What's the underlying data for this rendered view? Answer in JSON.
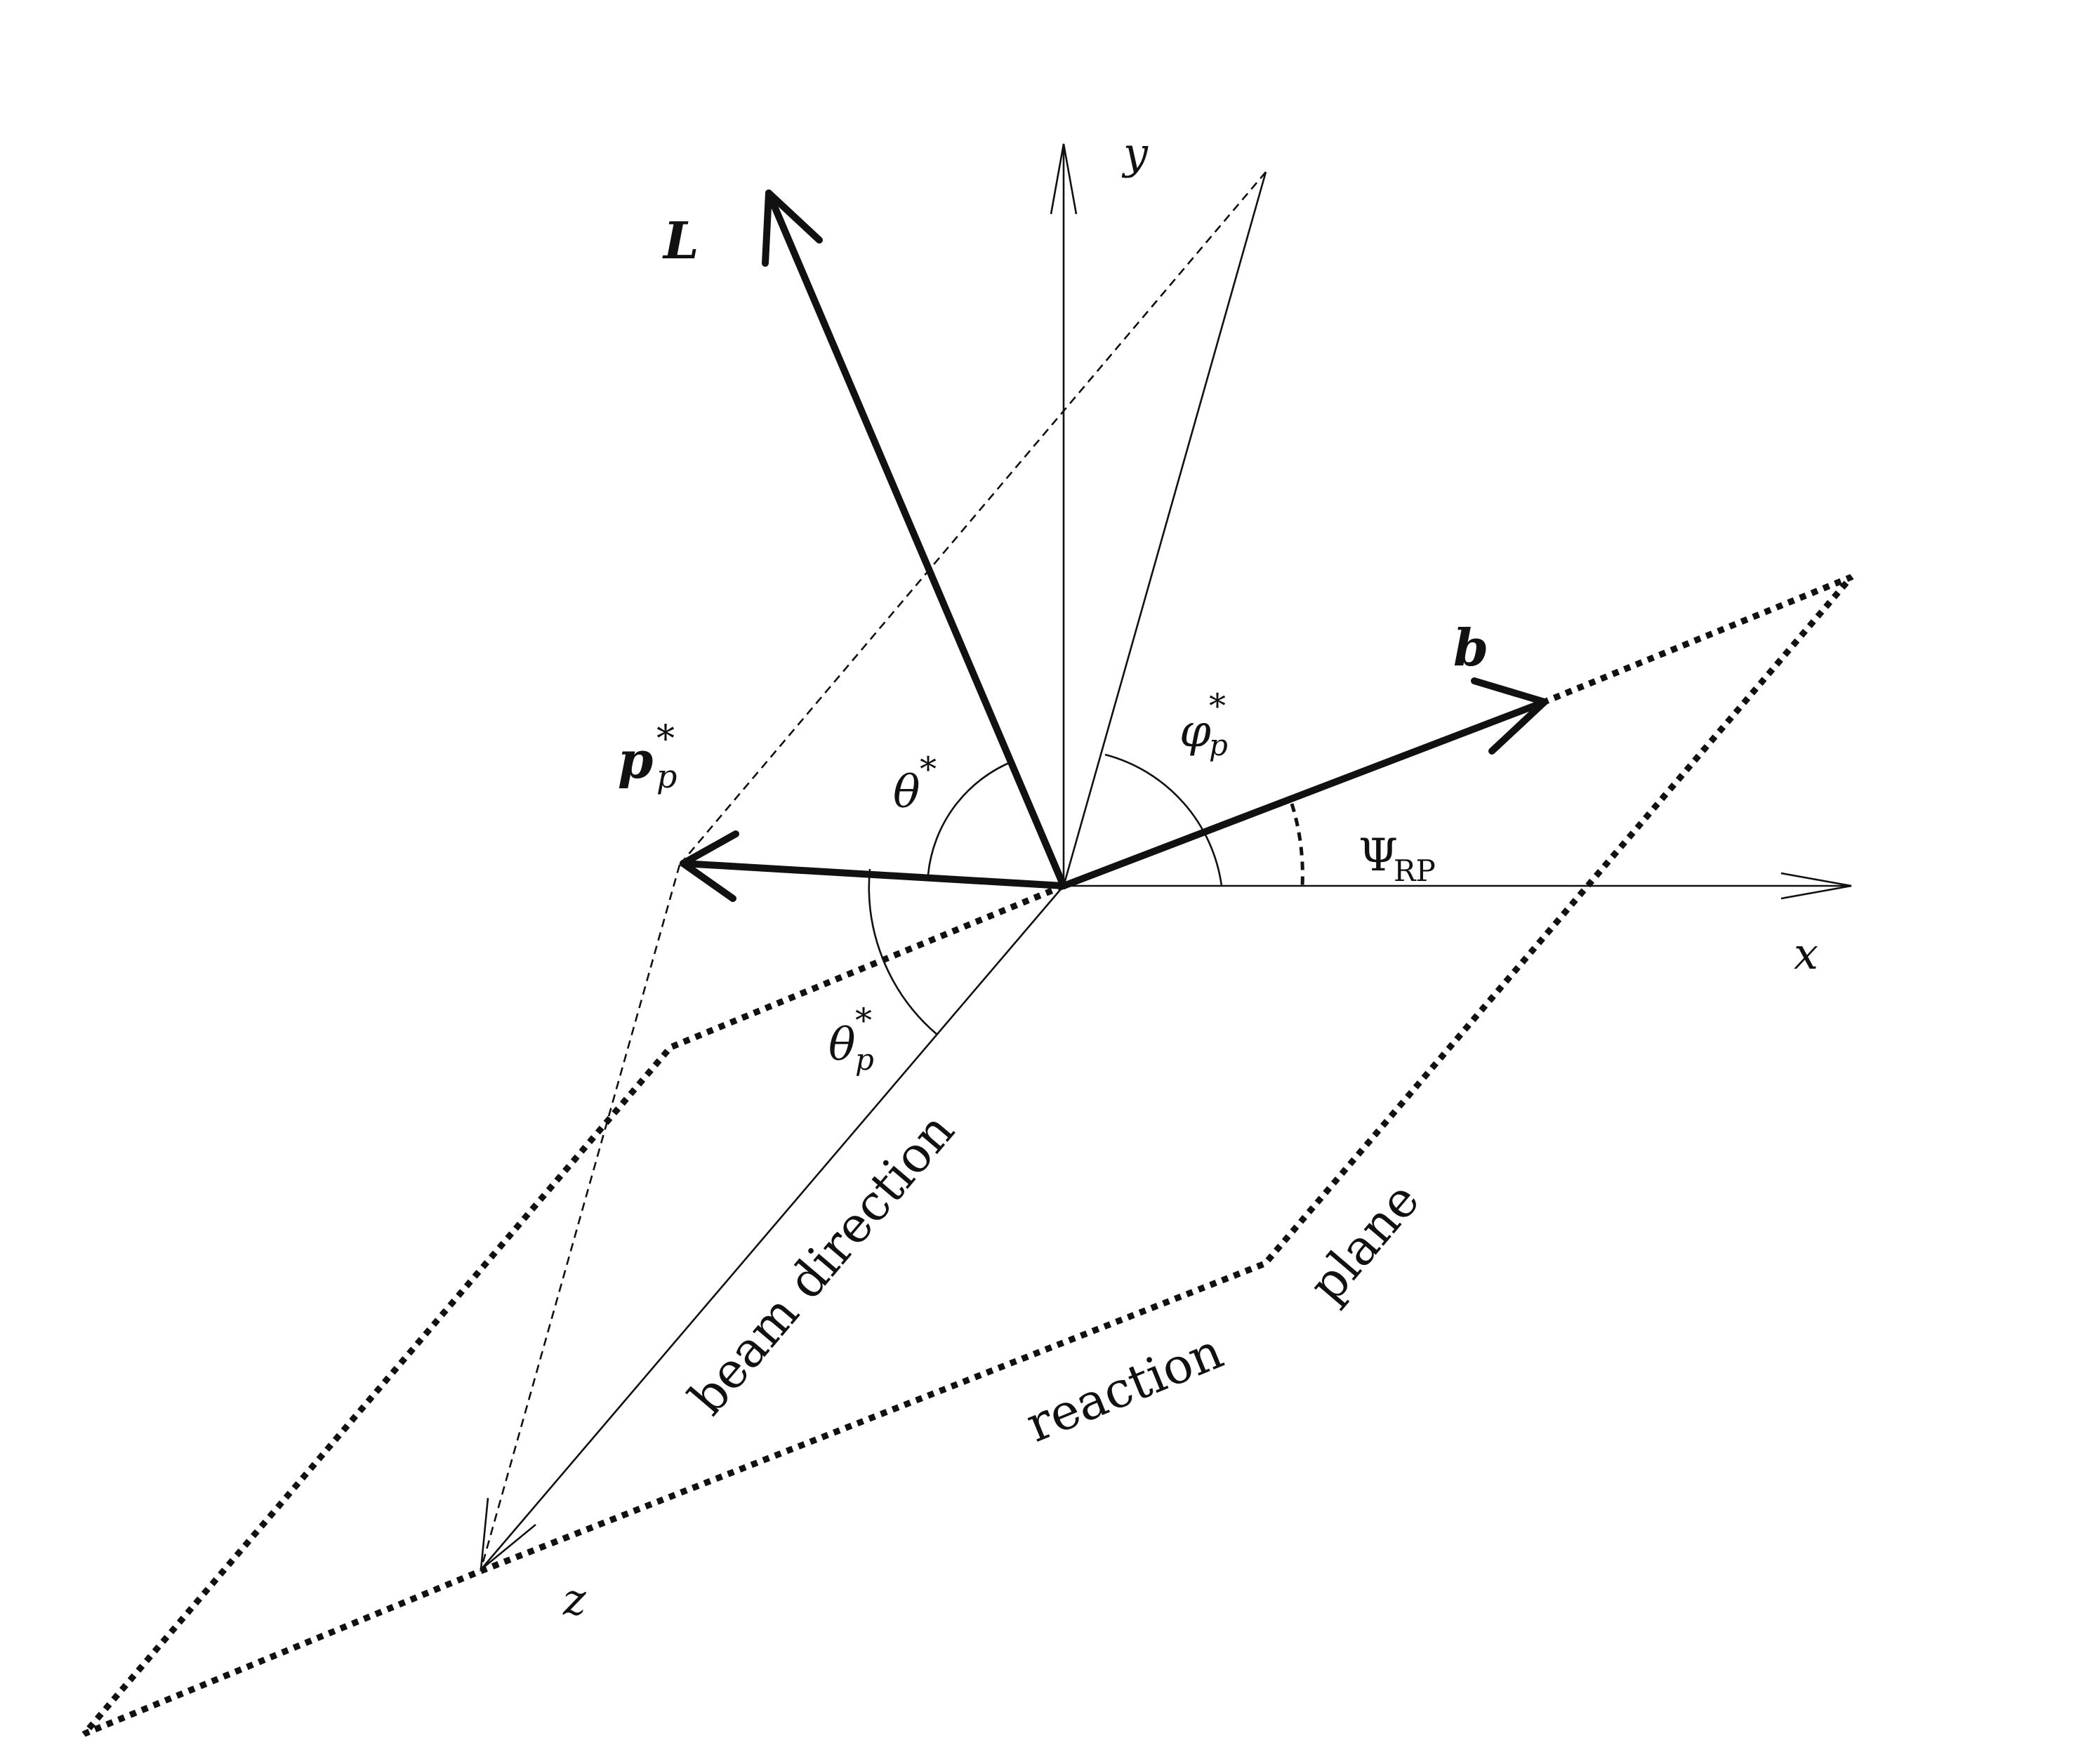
{
  "labels": {
    "axis_y": "y",
    "axis_x": "x",
    "axis_z": "z",
    "vector_L": "L",
    "vector_b": "b",
    "vector_p_main": "p",
    "vector_p_sub": "p",
    "vector_p_sup": "*",
    "angle_theta_main": "θ",
    "angle_theta_sup": "*",
    "angle_theta_p_main": "θ",
    "angle_theta_p_sub": "p",
    "angle_theta_p_sup": "*",
    "angle_phi_p_main": "φ",
    "angle_phi_p_sub": "p",
    "angle_phi_p_sup": "*",
    "angle_psi_main": "Ψ",
    "angle_psi_sub": "RP",
    "beam_direction": "beam direction",
    "reaction": "reaction",
    "plane": "plane"
  }
}
